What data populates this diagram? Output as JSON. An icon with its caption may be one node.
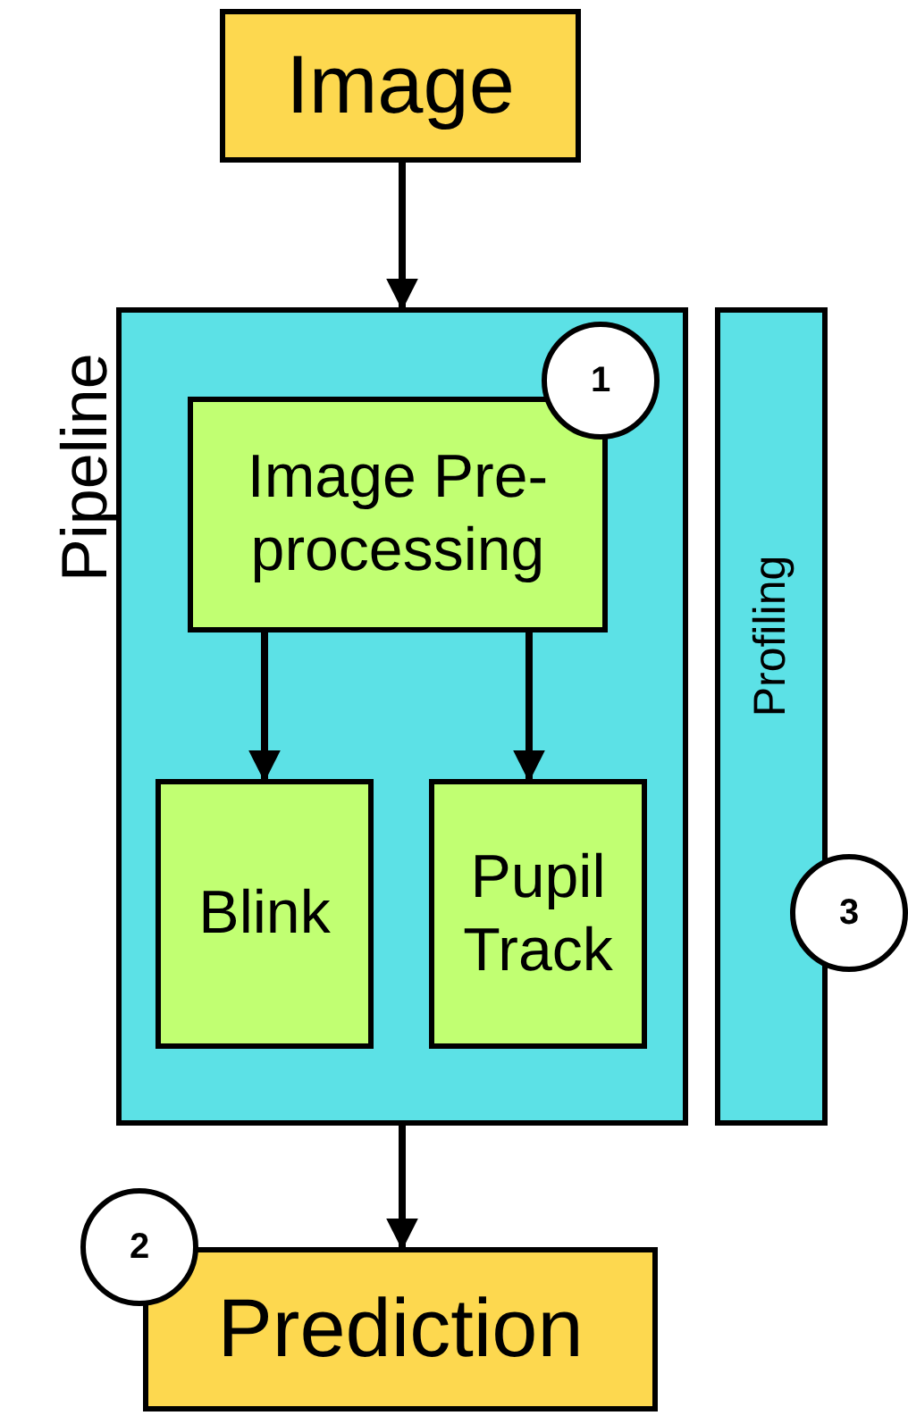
{
  "diagram": {
    "nodes": [
      {
        "text": [
          "Image"
        ]
      },
      {
        "text": [
          "Pipeline"
        ]
      },
      {
        "text": [
          "1"
        ],
        "in": 1
      },
      {
        "text": [
          "Image Pre-processing"
        ],
        "in": 1
      },
      {
        "text": [
          "Blink"
        ],
        "in": 1
      },
      {
        "text": [
          "Pupil Track"
        ],
        "in": 1
      },
      {
        "text": [
          "Profiling"
        ]
      },
      {
        "text": [
          "3"
        ]
      },
      {
        "text": [
          "2"
        ]
      },
      {
        "text": [
          "Prediction"
        ]
      }
    ],
    "edges": [
      {
        "from": 0,
        "to": 1,
        "arrow": "to"
      },
      {
        "from": 3,
        "to": 4,
        "arrow": "to"
      },
      {
        "from": 3,
        "to": 5,
        "arrow": "to"
      },
      {
        "from": 1,
        "to": 9,
        "arrow": "to"
      }
    ]
  }
}
